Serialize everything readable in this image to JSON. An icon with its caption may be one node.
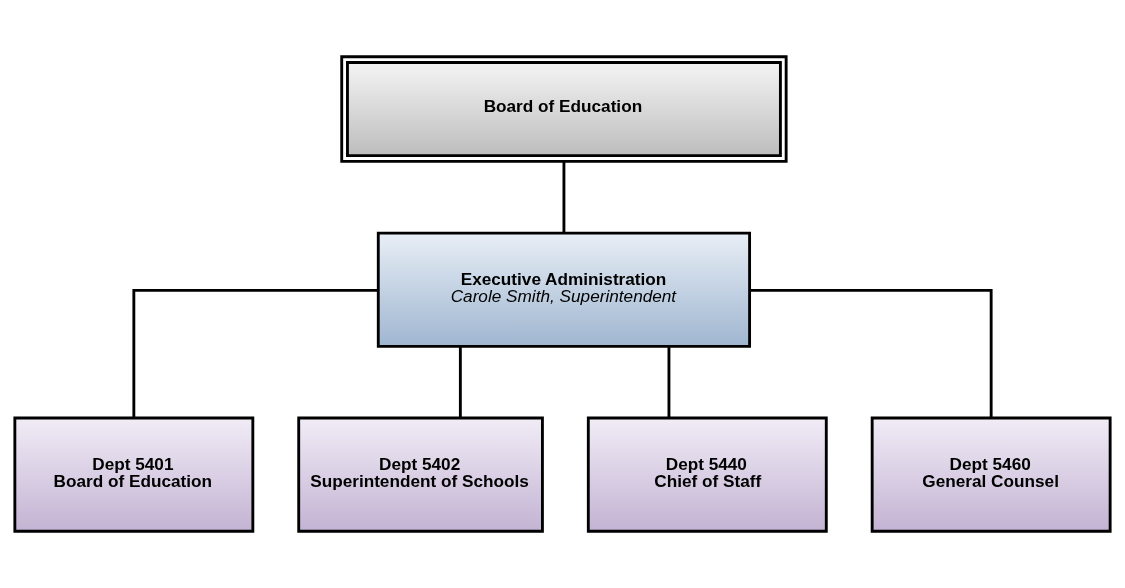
{
  "diagram": {
    "nodes": [
      {
        "text": [
          "Board of Education"
        ]
      },
      {
        "text": [
          "Executive Administration",
          "Carole Smith, Superintendent"
        ]
      },
      {
        "text": [
          "Dept 5401",
          "Board of Education"
        ]
      },
      {
        "text": [
          "Dept 5402",
          "Superintendent of Schools"
        ]
      },
      {
        "text": [
          "Dept 5440",
          "Chief of Staff"
        ]
      },
      {
        "text": [
          "Dept 5460",
          "General Counsel"
        ]
      }
    ],
    "edges": [
      {
        "from": 0,
        "to": 1,
        "arrow": "none"
      },
      {
        "from": 1,
        "to": 2,
        "arrow": "none"
      },
      {
        "from": 1,
        "to": 3,
        "arrow": "none"
      },
      {
        "from": 1,
        "to": 4,
        "arrow": "none"
      },
      {
        "from": 1,
        "to": 5,
        "arrow": "none"
      }
    ]
  }
}
